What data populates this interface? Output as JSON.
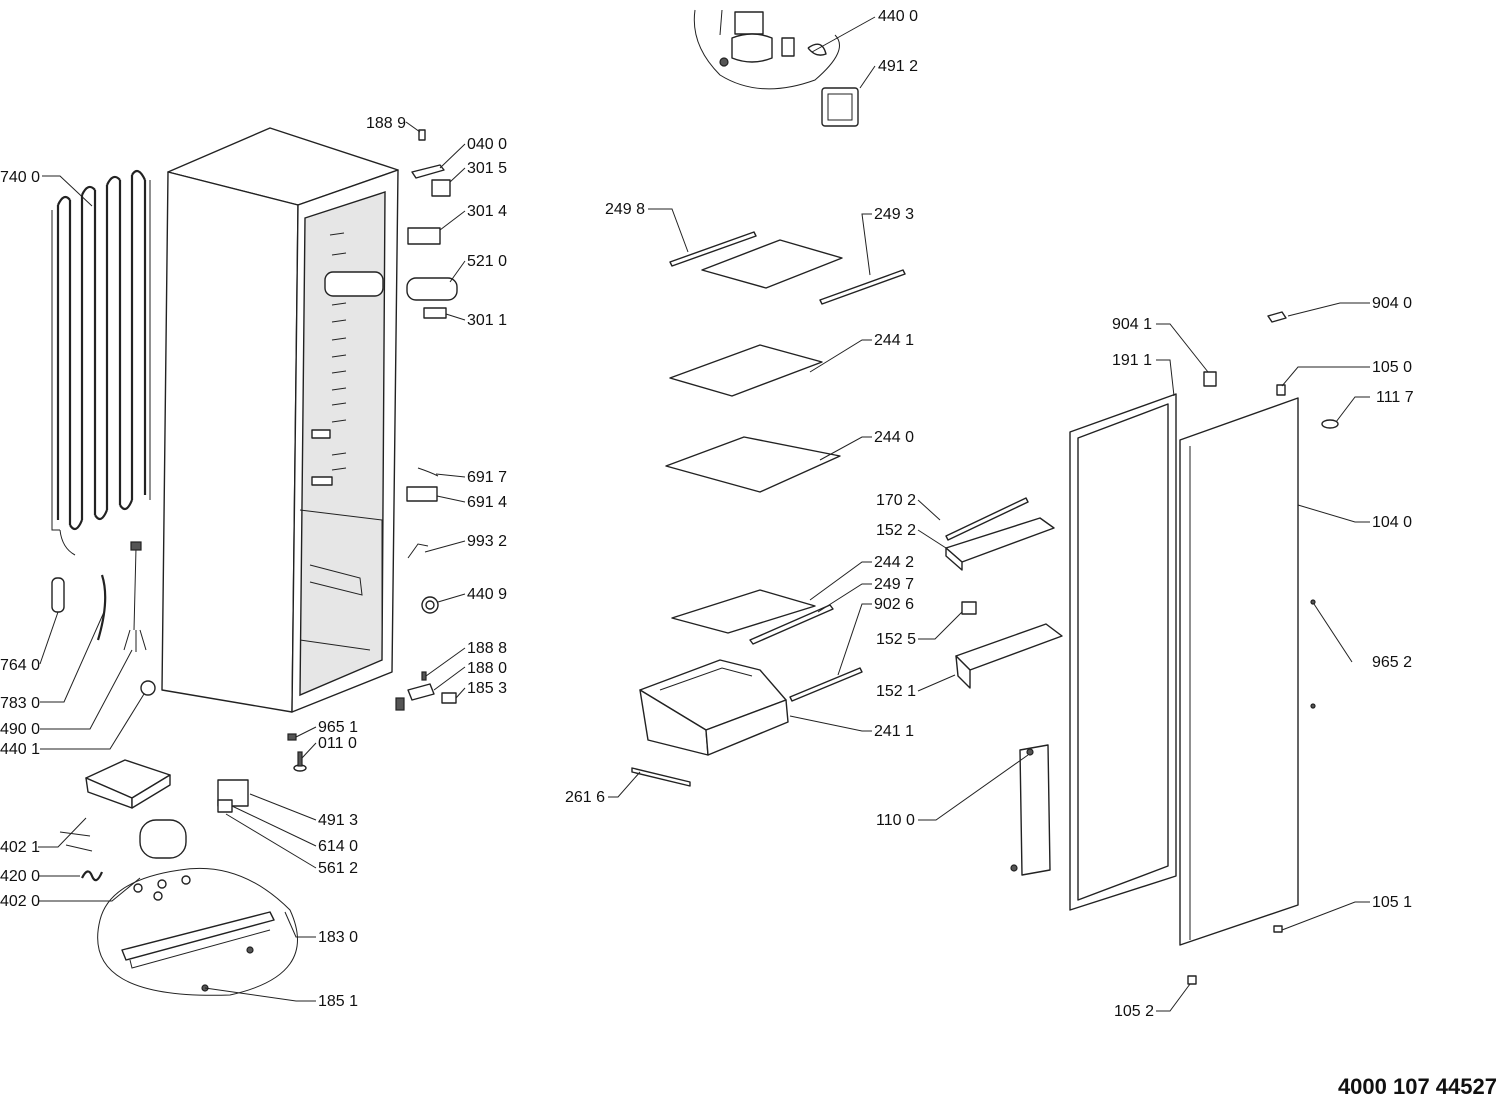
{
  "document_number": "4000 107 44527",
  "labels": {
    "l4400": "440 0",
    "l4912": "491 2",
    "l1889": "188 9",
    "l0400": "040 0",
    "l3015": "301 5",
    "l3014": "301 4",
    "l5210": "521 0",
    "l3011": "301 1",
    "l7400": "740 0",
    "l6917": "691 7",
    "l6914": "691 4",
    "l9932": "993 2",
    "l4409": "440 9",
    "l1888": "188 8",
    "l1880": "188 0",
    "l1853": "185 3",
    "l9651": "965 1",
    "l0110": "011 0",
    "l7640": "764 0",
    "l7830": "783 0",
    "l4900": "490 0",
    "l4401": "440 1",
    "l4021": "402 1",
    "l4200": "420 0",
    "l4020": "402 0",
    "l4913": "491 3",
    "l6140": "614 0",
    "l5612": "561 2",
    "l1830": "183 0",
    "l1851": "185 1",
    "l2498": "249 8",
    "l2493": "249 3",
    "l2441": "244 1",
    "l2440": "244 0",
    "l1702": "170 2",
    "l1522": "152 2",
    "l2442": "244 2",
    "l2497": "249 7",
    "l9026": "902 6",
    "l1525": "152 5",
    "l1521": "152 1",
    "l2411": "241 1",
    "l2616": "261 6",
    "l9040": "904 0",
    "l9041": "904 1",
    "l1911": "191 1",
    "l1050": "105 0",
    "l1117": "111 7",
    "l1040": "104 0",
    "l9652": "965 2",
    "l1100": "110 0",
    "l1051": "105 1",
    "l1052": "105 2"
  }
}
